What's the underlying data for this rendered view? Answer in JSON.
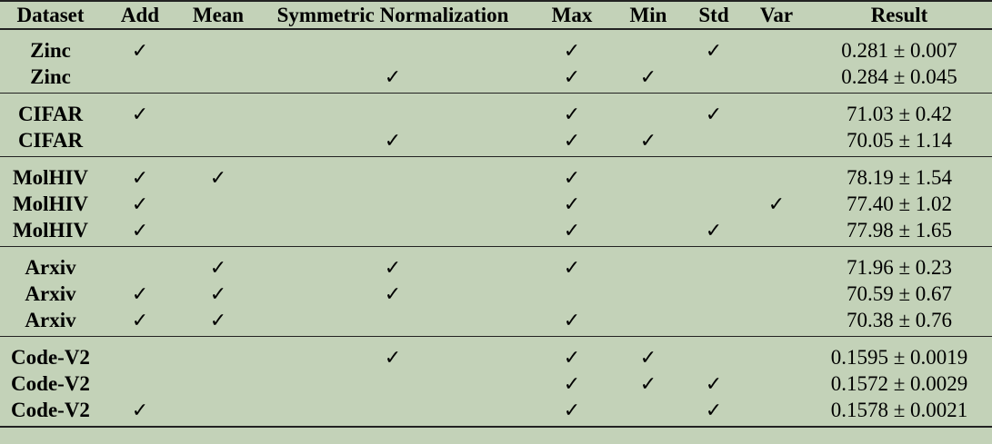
{
  "columns": [
    "Dataset",
    "Add",
    "Mean",
    "Symmetric Normalization",
    "Max",
    "Min",
    "Std",
    "Var",
    "Result"
  ],
  "check_symbol": "✓",
  "groups": [
    {
      "rows": [
        {
          "dataset": "Zinc",
          "checks": [
            1,
            0,
            0,
            1,
            0,
            1,
            0
          ],
          "result": "0.281 ± 0.007"
        },
        {
          "dataset": "Zinc",
          "checks": [
            0,
            0,
            1,
            1,
            1,
            0,
            0
          ],
          "result": "0.284 ± 0.045"
        }
      ]
    },
    {
      "rows": [
        {
          "dataset": "CIFAR",
          "checks": [
            1,
            0,
            0,
            1,
            0,
            1,
            0
          ],
          "result": "71.03 ± 0.42"
        },
        {
          "dataset": "CIFAR",
          "checks": [
            0,
            0,
            1,
            1,
            1,
            0,
            0
          ],
          "result": "70.05 ± 1.14"
        }
      ]
    },
    {
      "rows": [
        {
          "dataset": "MolHIV",
          "checks": [
            1,
            1,
            0,
            1,
            0,
            0,
            0
          ],
          "result": "78.19 ± 1.54"
        },
        {
          "dataset": "MolHIV",
          "checks": [
            1,
            0,
            0,
            1,
            0,
            0,
            1
          ],
          "result": "77.40 ± 1.02"
        },
        {
          "dataset": "MolHIV",
          "checks": [
            1,
            0,
            0,
            1,
            0,
            1,
            0
          ],
          "result": "77.98 ± 1.65"
        }
      ]
    },
    {
      "rows": [
        {
          "dataset": "Arxiv",
          "checks": [
            0,
            1,
            1,
            1,
            0,
            0,
            0
          ],
          "result": "71.96 ± 0.23"
        },
        {
          "dataset": "Arxiv",
          "checks": [
            1,
            1,
            1,
            0,
            0,
            0,
            0
          ],
          "result": "70.59 ± 0.67"
        },
        {
          "dataset": "Arxiv",
          "checks": [
            1,
            1,
            0,
            1,
            0,
            0,
            0
          ],
          "result": "70.38 ± 0.76"
        }
      ]
    },
    {
      "rows": [
        {
          "dataset": "Code-V2",
          "checks": [
            0,
            0,
            1,
            1,
            1,
            0,
            0
          ],
          "result": "0.1595 ± 0.0019"
        },
        {
          "dataset": "Code-V2",
          "checks": [
            0,
            0,
            0,
            1,
            1,
            1,
            0
          ],
          "result": "0.1572 ± 0.0029"
        },
        {
          "dataset": "Code-V2",
          "checks": [
            1,
            0,
            0,
            1,
            0,
            1,
            0
          ],
          "result": "0.1578 ± 0.0021"
        }
      ]
    }
  ]
}
